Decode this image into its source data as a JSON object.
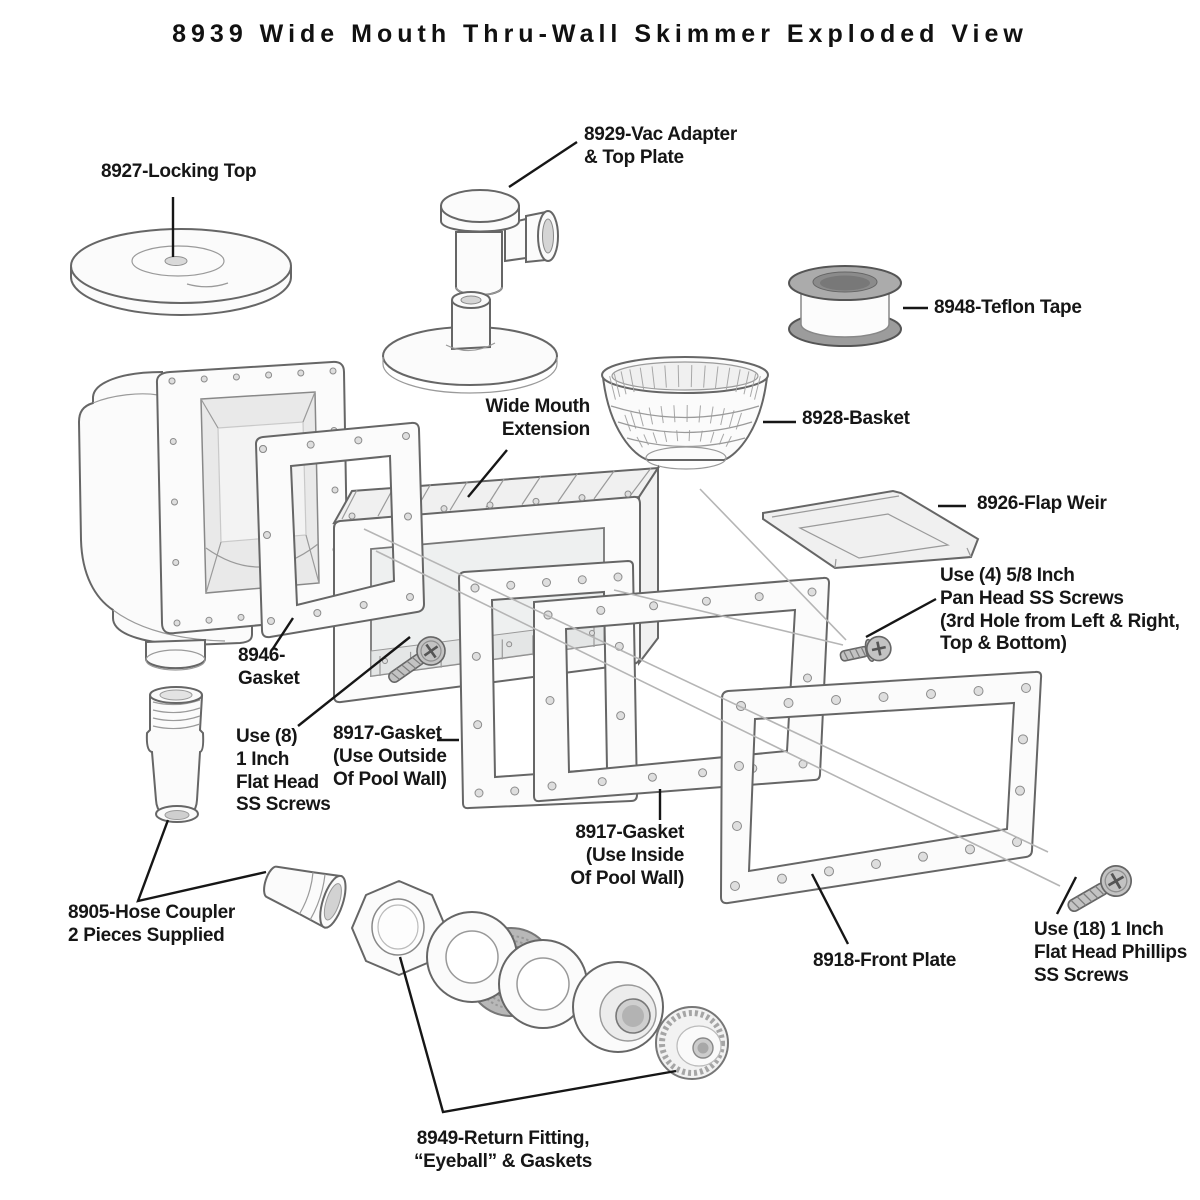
{
  "title": "8939 Wide Mouth Thru-Wall Skimmer Exploded View",
  "colors": {
    "ink": "#161616",
    "part_outline": "#666666",
    "part_fill": "#fbfbfb",
    "gray_part": "#a8a8a8",
    "thin_leader": "#b5b5b5"
  },
  "parts": [
    {
      "id": "locking-top",
      "label": "8927-Locking Top"
    },
    {
      "id": "vac-adapter",
      "label": "8929-Vac Adapter\n& Top Plate"
    },
    {
      "id": "teflon-tape",
      "label": "8948-Teflon Tape"
    },
    {
      "id": "basket",
      "label": "8928-Basket"
    },
    {
      "id": "wide-mouth-extension",
      "label": "Wide Mouth\nExtension"
    },
    {
      "id": "flap-weir",
      "label": "8926-Flap Weir"
    },
    {
      "id": "pan-head-screws",
      "label": "Use (4) 5/8 Inch\nPan Head SS Screws\n(3rd Hole from Left & Right,\nTop & Bottom)"
    },
    {
      "id": "gasket-8946",
      "label": "8946-\nGasket"
    },
    {
      "id": "flat-head-screws-8",
      "label": "Use (8)\n1 Inch\nFlat Head\nSS Screws"
    },
    {
      "id": "gasket-8917-outside",
      "label": "8917-Gasket\n(Use Outside\nOf Pool Wall)"
    },
    {
      "id": "gasket-8917-inside",
      "label": "8917-Gasket\n(Use Inside\nOf Pool Wall)"
    },
    {
      "id": "front-plate",
      "label": "8918-Front Plate"
    },
    {
      "id": "flat-head-phillips-18",
      "label": "Use (18) 1 Inch\nFlat Head Phillips\nSS Screws"
    },
    {
      "id": "hose-coupler",
      "label": "8905-Hose Coupler\n2 Pieces Supplied"
    },
    {
      "id": "return-fitting",
      "label": "8949-Return Fitting,\n“Eyeball” & Gaskets"
    }
  ]
}
